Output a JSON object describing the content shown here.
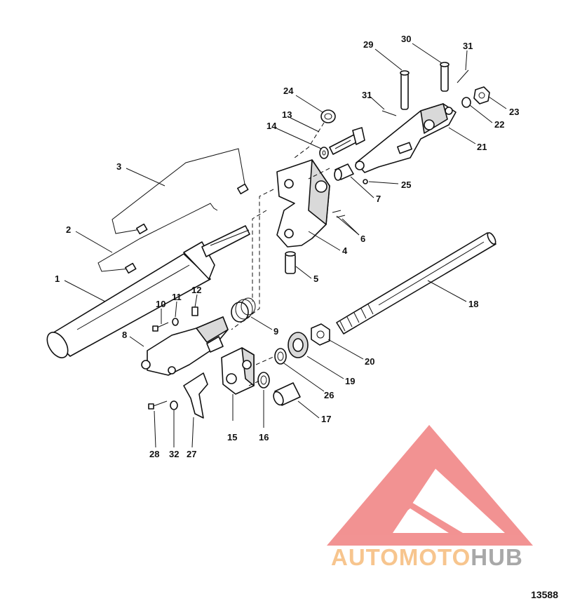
{
  "drawing_number": "13588",
  "watermark": {
    "part1": "AUTOMOTO",
    "part2": "HUB",
    "colors": {
      "logo": "#f08080",
      "text_primary": "#f7c58e",
      "text_secondary": "#a8a8a8"
    }
  },
  "callouts": [
    "1",
    "2",
    "3",
    "4",
    "5",
    "6",
    "7",
    "8",
    "9",
    "10",
    "11",
    "12",
    "13",
    "14",
    "15",
    "16",
    "17",
    "18",
    "19",
    "20",
    "21",
    "22",
    "23",
    "24",
    "25",
    "26",
    "27",
    "28",
    "29",
    "30",
    "31",
    "31",
    "32"
  ]
}
